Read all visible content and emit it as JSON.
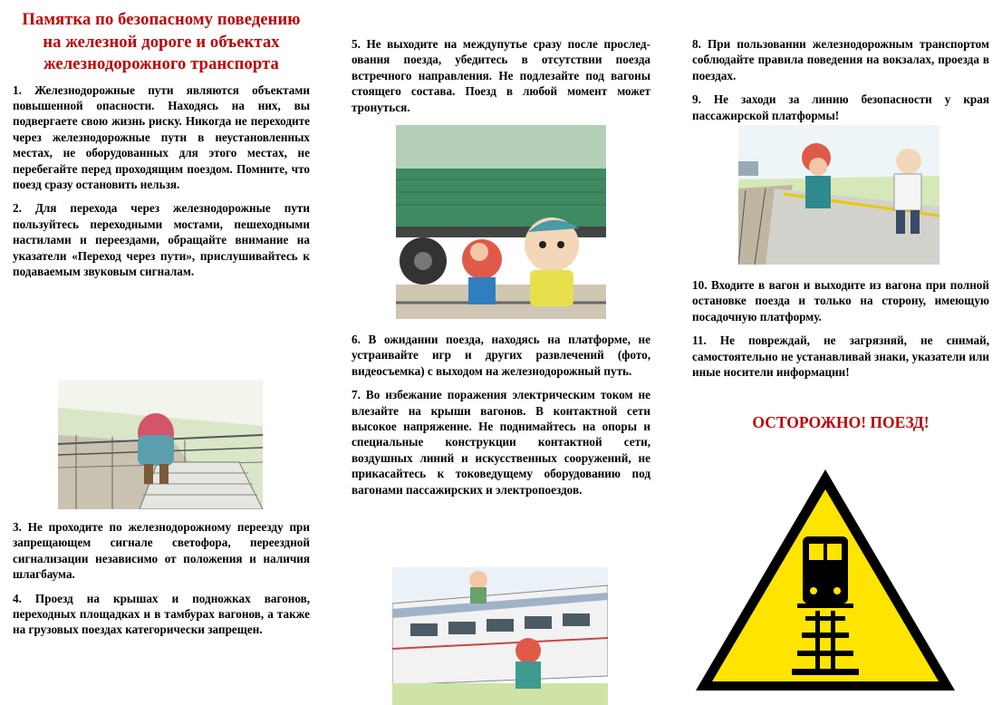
{
  "title": "Памятка по безопасному поведению на железной дороге и объектах железнодорожного транспорта",
  "items": [
    "1. Железнодорожные пути являются объектами повышенной опасности. Находясь на них, вы подвергаете свою жизнь риску. Никогда не переходите через железнодорожные пути в неустановленных местах, не оборудованных для этого местах, не перебегайте перед проходящим поездом. Помните, что поезд сразу остановить нельзя.",
    "2. Для перехода через железнодорожные пути пользуйтесь переходными мостами, пешеходными настилами и переездами, обращайте внимание на указатели «Переход через пути», прислушивайтесь к подаваемым звуковым сигналам.",
    "3. Не проходите по железнодорожному переезду при запрещающем сигнале светофора, переездной сигнализации независимо от положения и наличия шлагбаума.",
    "4. Проезд на крышах и подножках вагонов, переходных площадках и в тамбурах вагонов, а также на грузовых поездах категорически запрещен.",
    "5. Не выходите на междупутье сразу после прослед­ования поезда, убедитесь в отсутствии поезда встречного направления. Не подлезайте под вагоны стоящего состава. Поезд в любой момент может тронуться.",
    "6. В ожидании поезда, находясь на платформе, не устраивайте игр и других развлечений (фото, видеосъемка) с выходом на железнодорожный путь.",
    "7. Во избежание поражения электрическим током не влезайте на крыши вагонов. В контактной сети высокое напряжение. Не поднимайтесь на опоры и специальные конструкции контактной сети, воздушных линий и искусственных сооружений, не прикасайтесь к токоведущему оборудованию под вагонами пассажирских и электропоездов.",
    "8. При пользовании железнодорожным транспортом соблюдайте правила поведения на вокзалах, проезда в поездах.",
    "9. Не заходи за линию безопасности у края пассажирской платформы!",
    "10. Входите в вагон и выходите из вагона при полной остановке поезда и только на сторону, имеющую посадочную платформу.",
    "11. Не повреждай, не загрязняй, не снимай, самостоятельно не устанавливай знаки, указатели или иные носители информации!"
  ],
  "warning": "ОСТОРОЖНО! ПОЕЗД!",
  "colors": {
    "title": "#c00000",
    "sign_yellow": "#ffe400",
    "sign_border": "#000000"
  }
}
